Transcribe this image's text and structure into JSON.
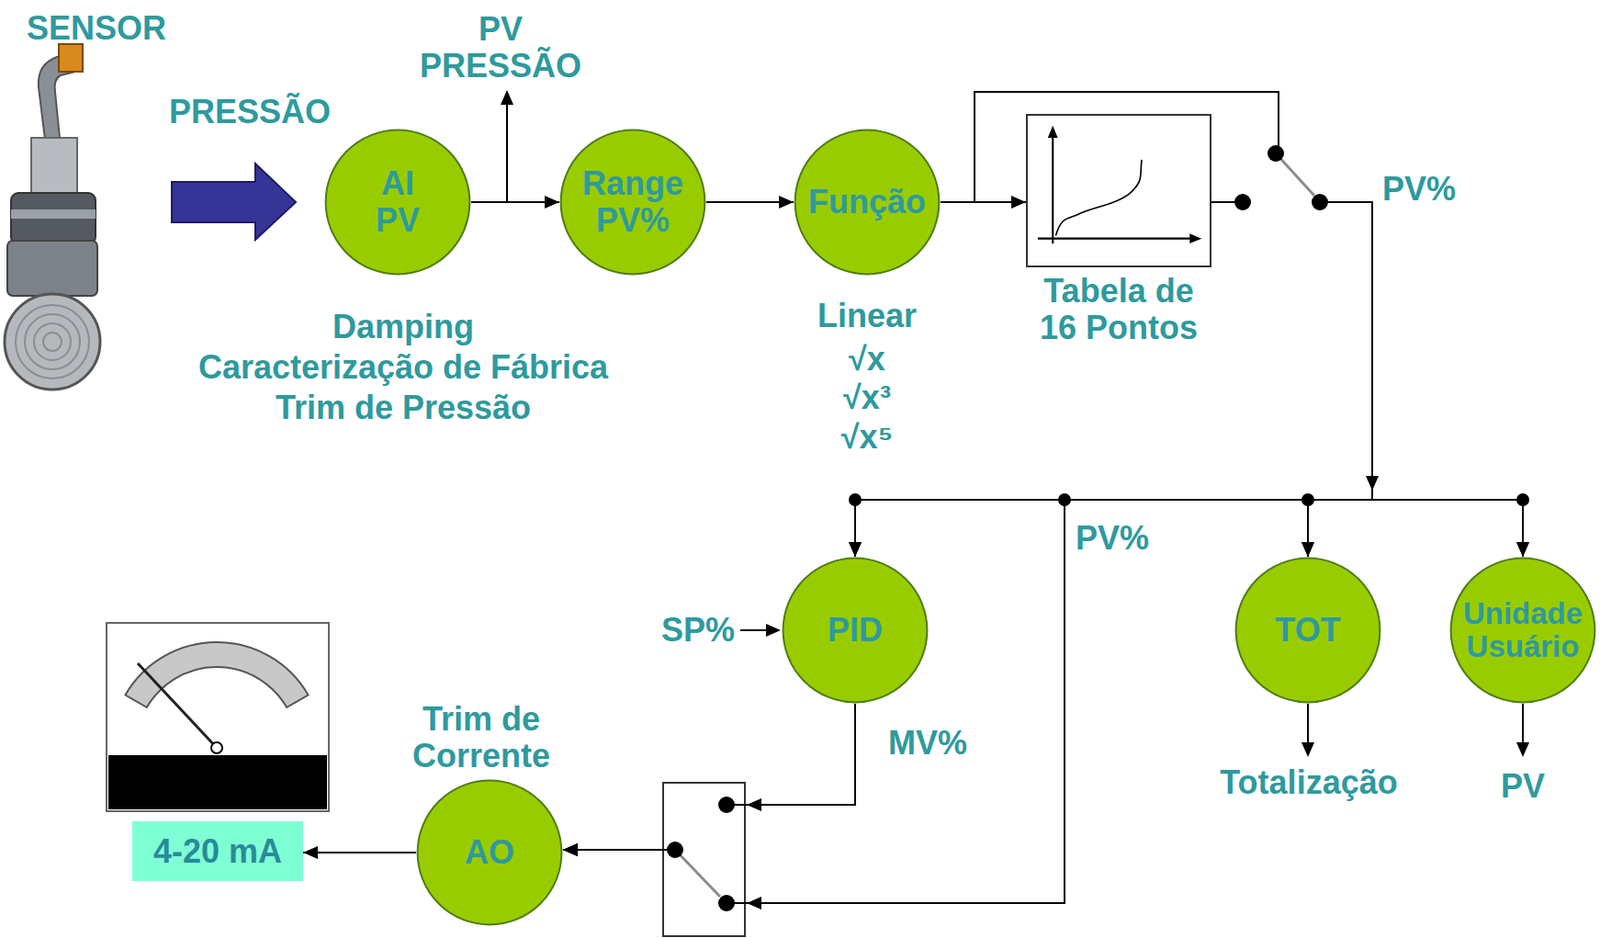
{
  "diagram": {
    "nodes": [
      {
        "text": [
          "AI PV"
        ]
      },
      {
        "text": [
          "Range PV%"
        ]
      },
      {
        "text": [
          "Função"
        ]
      },
      {
        "text": [
          "Tabela de 16 Pontos"
        ]
      },
      {
        "text": [
          "PID"
        ]
      },
      {
        "text": [
          "TOT"
        ]
      },
      {
        "text": [
          "Unidade Usuário"
        ]
      },
      {
        "text": [
          "4-20 mA"
        ]
      },
      {
        "text": [
          "AO"
        ]
      }
    ],
    "edges": [
      {
        "from": 0,
        "to": 1,
        "arrow": "to"
      },
      {
        "from": 1,
        "to": 2,
        "arrow": "to"
      },
      {
        "from": 2,
        "to": 3,
        "arrow": "to"
      },
      {
        "from": 2,
        "to": 4,
        "arrow": "to"
      },
      {
        "from": 2,
        "to": 5,
        "arrow": "to"
      },
      {
        "from": 2,
        "to": 6,
        "arrow": "to"
      },
      {
        "from": 2,
        "to": 8,
        "arrow": "to"
      },
      {
        "from": 3,
        "to": 4,
        "arrow": "to"
      },
      {
        "from": 3,
        "to": 5,
        "arrow": "to"
      },
      {
        "from": 3,
        "to": 6,
        "arrow": "to"
      },
      {
        "from": 3,
        "to": 8,
        "arrow": "to"
      },
      {
        "from": 4,
        "to": 8,
        "arrow": "to"
      },
      {
        "from": 8,
        "to": 7,
        "arrow": "to"
      }
    ],
    "labels": [
      "SENSOR",
      "PV PRESSÃO",
      "PRESSÃO",
      "PV%",
      "Damping",
      "Caracterização de Fábrica",
      "Trim de Pressão",
      "Linear",
      "√x",
      "√x³",
      "√x⁵",
      "PV%",
      "SP%",
      "Trim de Corrente",
      "MV%",
      "Totalização",
      "PV"
    ]
  }
}
